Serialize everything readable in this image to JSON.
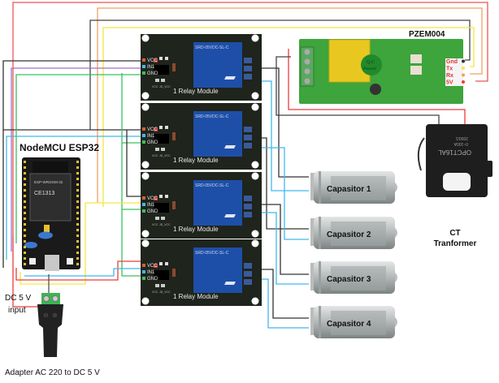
{
  "diagram": {
    "title": "ESP32 capacitor bank wiring diagram",
    "colors": {
      "red": "#ee3b3b",
      "orange": "#f0a060",
      "black": "#333333",
      "yellow": "#f5e640",
      "purple": "#a070d0",
      "cyan": "#40b8ee",
      "green": "#38c060",
      "board_dark": "#1f241c",
      "relay_blue": "#1e4fa8",
      "pzem_green": "#2f9e3a",
      "cap_silver": "#b8bcbc"
    },
    "esp32": {
      "label": "NodeMCU ESP32",
      "chip_text": "ESP-WROOM-32",
      "cert_text": "CE1313"
    },
    "power": {
      "label_line1": "DC 5 V",
      "label_line2": "input",
      "adapter_label": "Adapter AC 220 to DC 5 V",
      "terminal_minus": "⊖",
      "terminal_plus": "⊕"
    },
    "relays": [
      {
        "label": "1 Relay Module",
        "pins": [
          "VCC",
          "IN1",
          "GND"
        ],
        "relay_text": "SRD-05VDC-SL-C",
        "jumper_text": [
          "VCC",
          "JD_VCC"
        ]
      },
      {
        "label": "1 Relay Module",
        "pins": [
          "VCC",
          "IN1",
          "GND"
        ],
        "relay_text": "SRD-05VDC-SL-C",
        "jumper_text": [
          "VCC",
          "JD_VCC"
        ]
      },
      {
        "label": "1 Relay Module",
        "pins": [
          "VCC",
          "IN1",
          "GND"
        ],
        "relay_text": "SRD-05VDC-SL-C",
        "jumper_text": [
          "VCC",
          "JD_VCC"
        ]
      },
      {
        "label": "1 Relay Module",
        "pins": [
          "VCC",
          "IN1",
          "GND"
        ],
        "relay_text": "SRD-05VDC-SL-C",
        "jumper_text": [
          "VCC",
          "JD_VCC"
        ]
      }
    ],
    "pzem": {
      "label": "PZEM004",
      "pins": [
        "Gnd",
        "Tx",
        "Rx",
        "5V"
      ],
      "badge_line1": "Q.C",
      "badge_line2": "Passed"
    },
    "ct": {
      "label_line1": "CT",
      "label_line2": "Tranformer",
      "body_text": [
        "OPCT16AL",
        "0~100A",
        "2000/1"
      ]
    },
    "capacitors": [
      {
        "label": "Capasitor 1"
      },
      {
        "label": "Capasitor 2"
      },
      {
        "label": "Capasitor 3"
      },
      {
        "label": "Capasitor 4"
      }
    ]
  }
}
